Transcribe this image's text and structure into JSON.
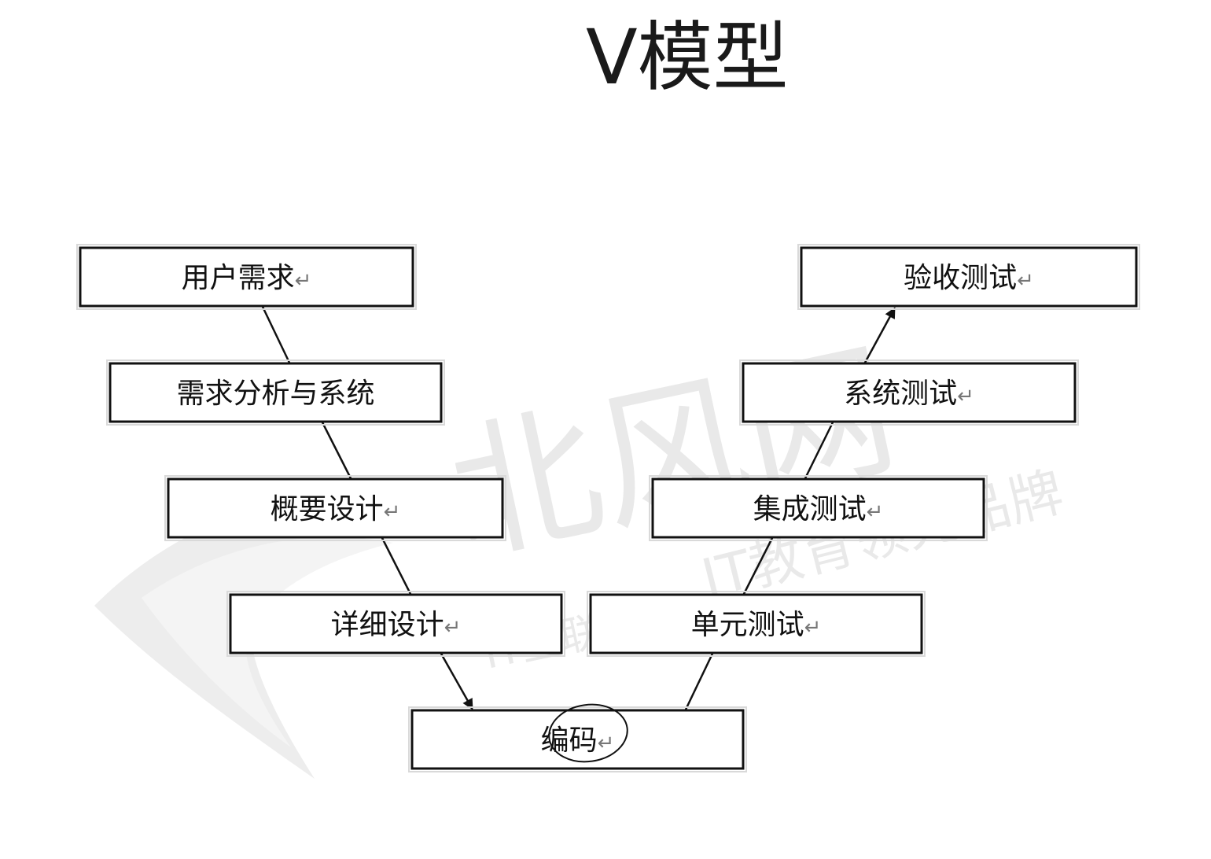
{
  "title": "V模型",
  "pilcrow": "↵",
  "watermark": {
    "brand": "北风网",
    "slogan": "IT教育领先品牌",
    "sub": "IT互联网"
  },
  "boxes": [
    {
      "id": "user-requirements",
      "label": "用户需求",
      "pilcrow": true
    },
    {
      "id": "requirements-analysis",
      "label": "需求分析与系统",
      "pilcrow": false
    },
    {
      "id": "high-level-design",
      "label": "概要设计",
      "pilcrow": true
    },
    {
      "id": "detailed-design",
      "label": "详细设计",
      "pilcrow": true
    },
    {
      "id": "coding",
      "label": "编码",
      "pilcrow": true
    },
    {
      "id": "unit-testing",
      "label": "单元测试",
      "pilcrow": true
    },
    {
      "id": "integration-testing",
      "label": "集成测试",
      "pilcrow": true
    },
    {
      "id": "system-testing",
      "label": "系统测试",
      "pilcrow": true
    },
    {
      "id": "acceptance-testing",
      "label": "验收测试",
      "pilcrow": true
    }
  ],
  "connections": [
    {
      "from": "user-requirements",
      "to": "requirements-analysis",
      "arrow": false
    },
    {
      "from": "requirements-analysis",
      "to": "high-level-design",
      "arrow": false
    },
    {
      "from": "high-level-design",
      "to": "detailed-design",
      "arrow": false
    },
    {
      "from": "detailed-design",
      "to": "coding",
      "arrow": true
    },
    {
      "from": "coding",
      "to": "unit-testing",
      "arrow": false
    },
    {
      "from": "unit-testing",
      "to": "integration-testing",
      "arrow": false
    },
    {
      "from": "integration-testing",
      "to": "system-testing",
      "arrow": false
    },
    {
      "from": "system-testing",
      "to": "acceptance-testing",
      "arrow": true
    }
  ]
}
